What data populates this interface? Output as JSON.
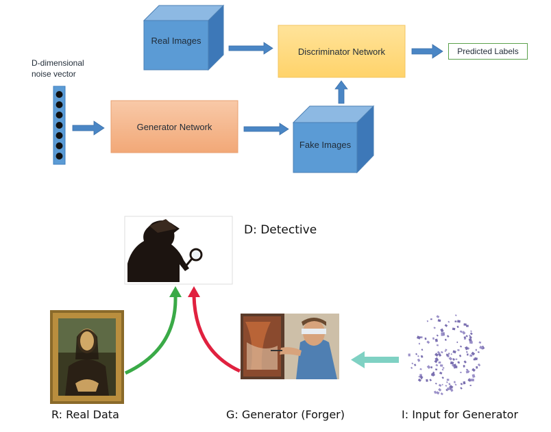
{
  "top_diagram": {
    "real_images": "Real Images",
    "discriminator": "Discriminator Network",
    "predicted_labels": "Predicted Labels",
    "noise_vector_line1": "D-dimensional",
    "noise_vector_line2": "noise vector",
    "generator": "Generator Network",
    "fake_images": "Fake Images"
  },
  "bottom_diagram": {
    "detective": "D: Detective",
    "real_data": "R: Real Data",
    "generator": "G: Generator (Forger)",
    "input": "I: Input for Generator"
  },
  "colors": {
    "cube_front": "#5b9bd5",
    "cube_top": "#7fb1e0",
    "cube_side": "#3f7fbf",
    "discriminator_fill": "#ffd97a",
    "generator_fill": "#f4b183",
    "arrow_blue": "#4a86c5",
    "arrow_green": "#3aaa47",
    "arrow_red": "#e0213f",
    "arrow_teal": "#7fd1c3",
    "label_border": "#5aa04a",
    "dots": "#7a6fb0"
  }
}
